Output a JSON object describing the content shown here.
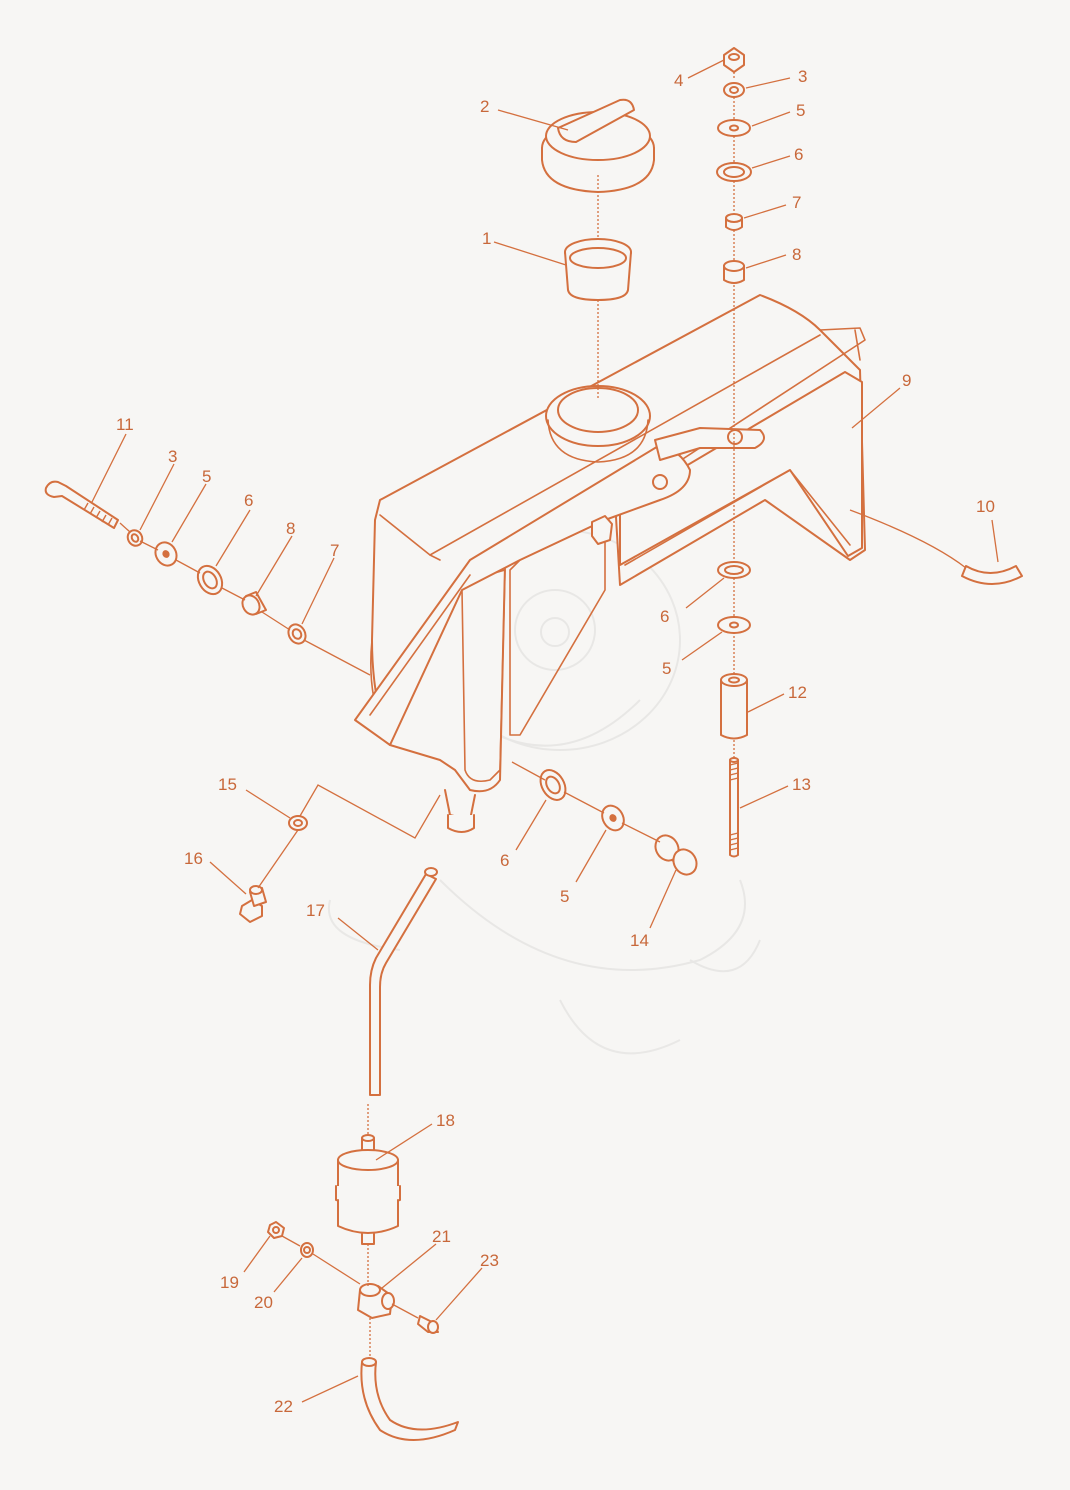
{
  "diagram": {
    "type": "exploded parts diagram",
    "line_color": "#d4703f",
    "background_color": "#f7f6f4",
    "callouts": [
      {
        "id": "c1",
        "text": "1"
      },
      {
        "id": "c2",
        "text": "2"
      },
      {
        "id": "c3a",
        "text": "3"
      },
      {
        "id": "c4",
        "text": "4"
      },
      {
        "id": "c5a",
        "text": "5"
      },
      {
        "id": "c6a",
        "text": "6"
      },
      {
        "id": "c7a",
        "text": "7"
      },
      {
        "id": "c8a",
        "text": "8"
      },
      {
        "id": "c9",
        "text": "9"
      },
      {
        "id": "c10",
        "text": "10"
      },
      {
        "id": "c11",
        "text": "11"
      },
      {
        "id": "c3b",
        "text": "3"
      },
      {
        "id": "c5b",
        "text": "5"
      },
      {
        "id": "c6b",
        "text": "6"
      },
      {
        "id": "c8b",
        "text": "8"
      },
      {
        "id": "c7b",
        "text": "7"
      },
      {
        "id": "c6c",
        "text": "6"
      },
      {
        "id": "c5c",
        "text": "5"
      },
      {
        "id": "c12",
        "text": "12"
      },
      {
        "id": "c13",
        "text": "13"
      },
      {
        "id": "c15",
        "text": "15"
      },
      {
        "id": "c16",
        "text": "16"
      },
      {
        "id": "c6d",
        "text": "6"
      },
      {
        "id": "c5d",
        "text": "5"
      },
      {
        "id": "c14",
        "text": "14"
      },
      {
        "id": "c17",
        "text": "17"
      },
      {
        "id": "c18",
        "text": "18"
      },
      {
        "id": "c21",
        "text": "21"
      },
      {
        "id": "c23",
        "text": "23"
      },
      {
        "id": "c19",
        "text": "19"
      },
      {
        "id": "c20",
        "text": "20"
      },
      {
        "id": "c22",
        "text": "22"
      }
    ]
  }
}
